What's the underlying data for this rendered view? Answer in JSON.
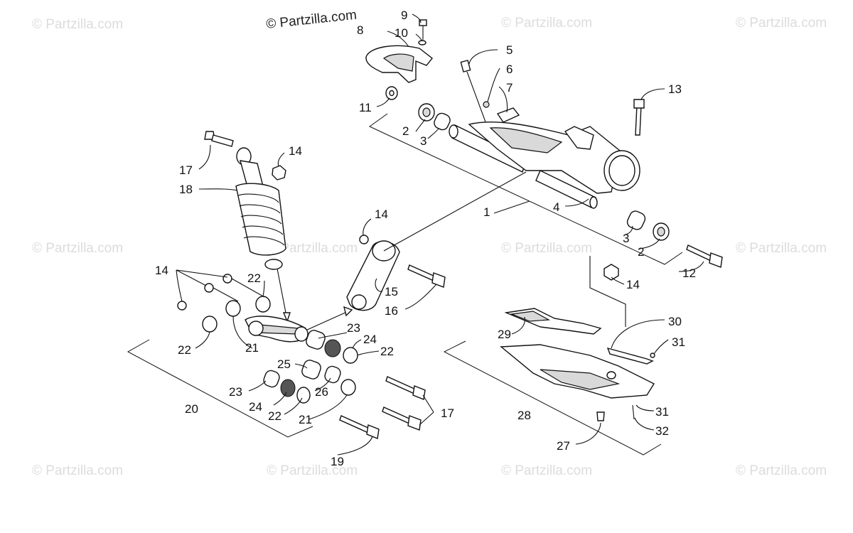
{
  "watermark_text": "© Partzilla.com",
  "callouts": {
    "c1": "1",
    "c2a": "2",
    "c2b": "2",
    "c3a": "3",
    "c3b": "3",
    "c4": "4",
    "c5": "5",
    "c6": "6",
    "c7": "7",
    "c8": "8",
    "c9": "9",
    "c10": "10",
    "c11": "11",
    "c12": "12",
    "c13": "13",
    "c14a": "14",
    "c14b": "14",
    "c14c": "14",
    "c14d": "14",
    "c15": "15",
    "c16": "16",
    "c17a": "17",
    "c17b": "17",
    "c18": "18",
    "c19": "19",
    "c20": "20",
    "c21a": "21",
    "c21b": "21",
    "c22a": "22",
    "c22b": "22",
    "c22c": "22",
    "c22d": "22",
    "c23a": "23",
    "c23b": "23",
    "c24a": "24",
    "c24b": "24",
    "c25": "25",
    "c26": "26",
    "c27": "27",
    "c28": "28",
    "c29": "29",
    "c30": "30",
    "c31a": "31",
    "c31b": "31",
    "c32": "32"
  }
}
